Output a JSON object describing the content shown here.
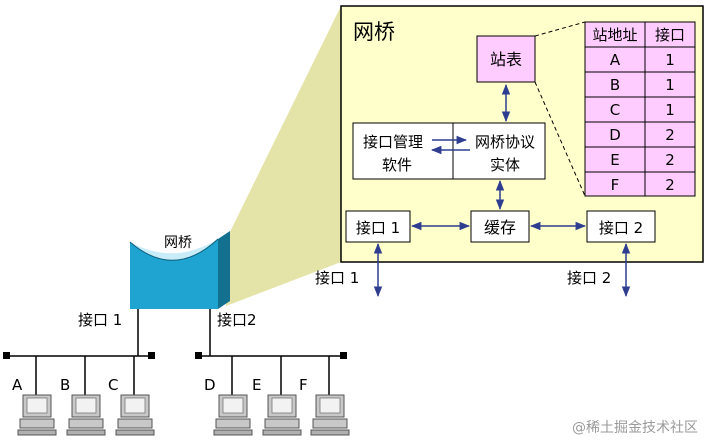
{
  "bridge": {
    "title": "网桥",
    "icon_label": "网桥",
    "station_table": "站表",
    "mgmt_software": [
      "接口管理",
      "软件"
    ],
    "protocol_entity": [
      "网桥协议",
      "实体"
    ],
    "buffer": "缓存",
    "port1_box": "接口 1",
    "port2_box": "接口 2",
    "port1_out": "接口 1",
    "port2_out": "接口 2"
  },
  "table": {
    "headers": [
      "站地址",
      "接口"
    ],
    "rows": [
      [
        "A",
        "1"
      ],
      [
        "B",
        "1"
      ],
      [
        "C",
        "1"
      ],
      [
        "D",
        "2"
      ],
      [
        "E",
        "2"
      ],
      [
        "F",
        "2"
      ]
    ]
  },
  "network": {
    "left_port_label": "接口 1",
    "right_port_label": "接口2",
    "left_stations": [
      "A",
      "B",
      "C"
    ],
    "right_stations": [
      "D",
      "E",
      "F"
    ]
  },
  "watermark": "@稀土掘金技术社区",
  "colors": {
    "panel_fill": "#ffffcc",
    "zoom_fill": "#e4e4a8",
    "table_fill": "#ffccff",
    "station_fill": "#ffccff",
    "bridge_body": "#1fa4d2",
    "bridge_top": "#c9ecf9",
    "bridge_side": "#13708f",
    "arrow": "#2e3d8f",
    "pc": "#c8c8c8"
  }
}
